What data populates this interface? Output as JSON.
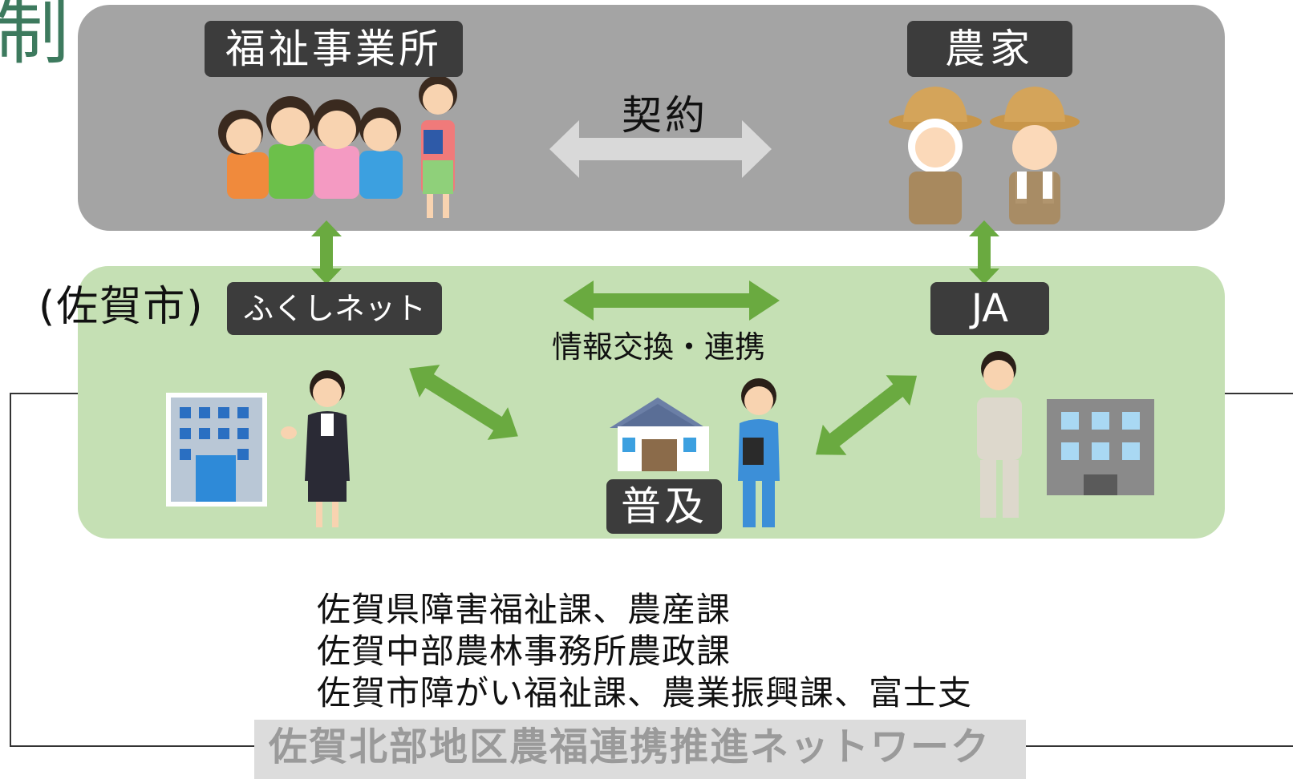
{
  "partial_title": "制",
  "top_panel": {
    "welfare_label": "福祉事業所",
    "farmer_label": "農家",
    "contract_label": "契約"
  },
  "middle_panel": {
    "city_label": "(佐賀市)",
    "fukushi_net_label": "ふくしネット",
    "ja_label": "JA",
    "info_exchange_label": "情報交換・連携",
    "extension_label": "普及"
  },
  "organizations": [
    "佐賀県障害福祉課、農産課",
    "佐賀中部農林事務所農政課",
    "佐賀市障がい福祉課、農業振興課、富士支"
  ],
  "network_name": "佐賀北部地区農福連携推進ネットワーク",
  "colors": {
    "top_panel": "#a4a4a4",
    "middle_panel": "#c5e0b4",
    "label_bg": "#3c3c3c",
    "green_arrow": "#6aaa40",
    "gray_arrow": "#d9d9d9",
    "title_green": "#3d7a5e"
  }
}
